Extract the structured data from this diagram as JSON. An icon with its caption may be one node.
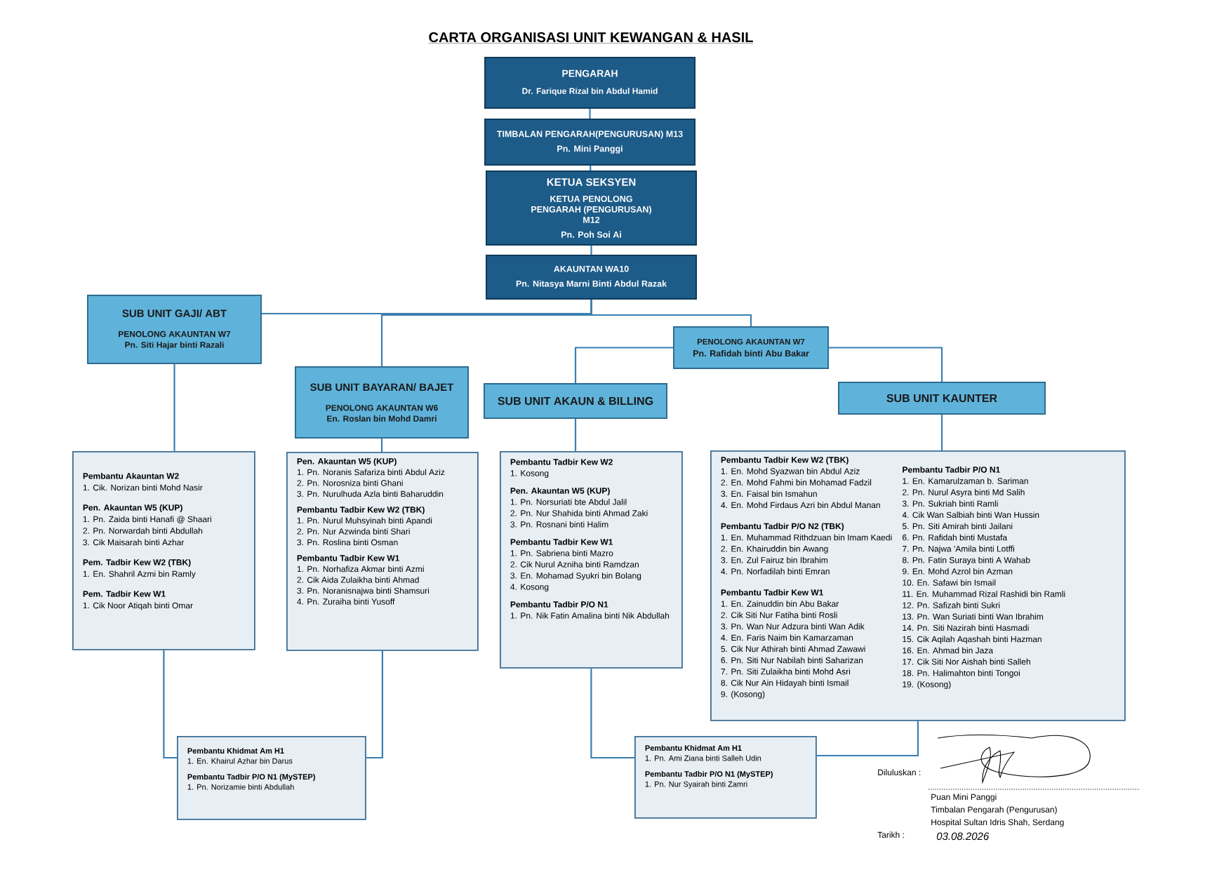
{
  "diagram": {
    "title": "CARTA ORGANISASI UNIT KEWANGAN & HASIL",
    "nodes": [
      {
        "text": [
          "PENGARAH",
          "Dr. Farique Rizal bin Abdul Hamid"
        ]
      },
      {
        "text": [
          "TIMBALAN PENGARAH(PENGURUSAN) M13",
          "Pn. Mini Panggi"
        ]
      },
      {
        "text": [
          "KETUA SEKSYEN",
          "KETUA PENOLONG PENGARAH (PENGURUSAN) M12",
          "Pn. Poh Soi Ai"
        ]
      },
      {
        "text": [
          "AKAUNTAN WA10",
          "Pn. Nitasya Marni Binti Abdul Razak"
        ]
      },
      {
        "text": [
          "SUB UNIT GAJI/ ABT",
          "PENOLONG AKAUNTAN W7",
          "Pn. Siti Hajar binti Razali"
        ]
      },
      {
        "text": [
          "SUB UNIT BAYARAN/ BAJET",
          "PENOLONG AKAUNTAN W6",
          "En. Roslan bin Mohd Damri"
        ]
      },
      {
        "text": [
          "PENOLONG AKAUNTAN W7",
          "Pn. Rafidah binti Abu Bakar"
        ]
      },
      {
        "text": [
          "SUB UNIT AKAUN & BILLING"
        ]
      },
      {
        "text": [
          "SUB UNIT KAUNTER"
        ]
      },
      {
        "text": [
          "Pembantu Akauntan W2",
          "1. Cik. Norizan binti Mohd Nasir",
          "Pen. Akauntan W5 (KUP)",
          "1. Pn. Zaida binti Hanafi @ Shaari",
          "2. Pn. Norwardah binti Abdullah",
          "3. Cik Maisarah binti Azhar",
          "Pem. Tadbir Kew W2 (TBK)",
          "1. En. Shahril Azmi bin Ramly",
          "Pem. Tadbir Kew W1",
          "1. Cik Noor Atiqah binti Omar"
        ]
      },
      {
        "text": [
          "Pen. Akauntan W5 (KUP)",
          "1. Pn. Noranis Safariza binti Abdul Aziz",
          "2. Pn. Norosniza binti Ghani",
          "3. Pn. Nurulhuda Azla binti Baharuddin",
          "Pembantu Tadbir Kew W2 (TBK)",
          "1. Pn. Nurul Muhsyinah binti Apandi",
          "2. Pn. Nur Azwinda binti Shari",
          "3. Pn. Roslina binti Osman",
          "Pembantu Tadbir Kew W1",
          "1. Pn. Norhafiza Akmar binti Azmi",
          "2. Cik Aida Zulaikha binti Ahmad",
          "3. Pn. Noranisnajwa binti Shamsuri",
          "4. Pn. Zuraiha binti Yusoff"
        ]
      },
      {
        "text": [
          "Pembantu Tadbir Kew W2",
          "1. Kosong",
          "Pen. Akauntan W5 (KUP)",
          "1. Pn. Norsuriati bte Abdul Jalil",
          "2. Pn. Nur Shahida binti Ahmad Zaki",
          "3. Pn. Rosnani binti Halim",
          "Pembantu Tadbir Kew W1",
          "1. Pn. Sabriena binti Mazro",
          "2. Cik Nurul Azniha binti Ramdzan",
          "3. En. Mohamad Syukri bin Bolang",
          "4. Kosong",
          "Pembantu Tadbir P/O N1",
          "1. Pn. Nik Fatin Amalina binti Nik Abdullah"
        ]
      },
      {
        "text": [
          "Pembantu Tadbir Kew W2 (TBK)",
          "1. En. Mohd Syazwan bin Abdul Aziz",
          "2. En. Mohd Fahmi bin Mohamad Fadzil",
          "3. En. Faisal bin Ismahun",
          "4. En. Mohd Firdaus Azri bin Abdul Manan",
          "Pembantu Tadbir P/O N2 (TBK)",
          "1. En. Muhammad Rithdzuan bin Imam Kaedi",
          "2. En. Khairuddin bin Awang",
          "3. En. Zul Fairuz bin Ibrahim",
          "4. Pn. Norfadilah binti Emran",
          "Pembantu Tadbir Kew W1",
          "1. En. Zainuddin bin Abu Bakar",
          "2. Cik Siti Nur Fatiha binti Rosli",
          "3. Pn. Wan Nur Adzura binti Wan Adik",
          "4. En. Faris Naim bin Kamarzaman",
          "5. Cik Nur Athirah binti Ahmad Zawawi",
          "6. Pn. Siti Nur Nabilah binti Saharizan",
          "7. Pn. Siti Zulaikha binti Mohd Asri",
          "8. Cik Nur Ain Hidayah binti Ismail",
          "9. (Kosong)",
          "Pembantu Tadbir P/O N1",
          "1. En. Kamarulzaman b. Sariman",
          "2. Pn. Nurul Asyra binti Md Salih",
          "3. Pn. Sukriah binti Ramli",
          "4. Cik Wan Salbiah binti Wan Hussin",
          "5. Pn. Siti Amirah binti Jailani",
          "6. Pn. Rafidah binti Mustafa",
          "7. Pn. Najwa 'Amila binti Lotffi",
          "8. Pn. Fatin Suraya binti A Wahab",
          "9. En. Mohd Azrol bin Azman",
          "10. En. Safawi bin Ismail",
          "11. En. Muhammad Rizal Rashidi bin Ramli",
          "12. Pn. Safizah binti Sukri",
          "13. Pn. Wan Suriati binti Wan Ibrahim",
          "14. Pn. Siti Nazirah binti Hasmadi",
          "15. Cik Aqilah Aqashah binti Hazman",
          "16. En. Ahmad bin Jaza",
          "17. Cik Siti Nor Aishah binti Salleh",
          "18. Pn. Halimahton binti Tongoi",
          "19. (Kosong)"
        ]
      },
      {
        "text": [
          "Pembantu Khidmat Am H1",
          "1. En. Khairul Azhar bin Darus",
          "Pembantu Tadbir P/O N1 (MySTEP)",
          "1. Pn. Norizamie binti Abdullah"
        ]
      },
      {
        "text": [
          "Pembantu Khidmat Am H1",
          "1. Pn. Ami Ziana binti Salleh Udin",
          "Pembantu Tadbir P/O N1 (MySTEP)",
          "1. Pn. Nur Syairah binti Zamri"
        ]
      }
    ],
    "edges": [
      {
        "from": 0,
        "to": 1,
        "arrow": "none"
      },
      {
        "from": 1,
        "to": 2,
        "arrow": "none"
      },
      {
        "from": 2,
        "to": 3,
        "arrow": "none"
      },
      {
        "from": 3,
        "to": 4,
        "arrow": "none"
      },
      {
        "from": 3,
        "to": 5,
        "arrow": "none"
      },
      {
        "from": 3,
        "to": 6,
        "arrow": "none"
      },
      {
        "from": 6,
        "to": 7,
        "arrow": "none"
      },
      {
        "from": 6,
        "to": 8,
        "arrow": "none"
      },
      {
        "from": 4,
        "to": 9,
        "arrow": "none"
      },
      {
        "from": 5,
        "to": 10,
        "arrow": "none"
      },
      {
        "from": 7,
        "to": 11,
        "arrow": "none"
      },
      {
        "from": 8,
        "to": 12,
        "arrow": "none"
      },
      {
        "from": 9,
        "to": 13,
        "arrow": "none"
      },
      {
        "from": 10,
        "to": 13,
        "arrow": "none"
      },
      {
        "from": 11,
        "to": 14,
        "arrow": "none"
      },
      {
        "from": 12,
        "to": 14,
        "arrow": "none"
      }
    ],
    "labels": [
      "Diluluskan :",
      "Puan Mini Panggi",
      "Timbalan Pengarah (Pengurusan)",
      "Hospital Sultan Idris Shah, Serdang",
      "Tarikh :",
      "03.08.2026"
    ]
  }
}
